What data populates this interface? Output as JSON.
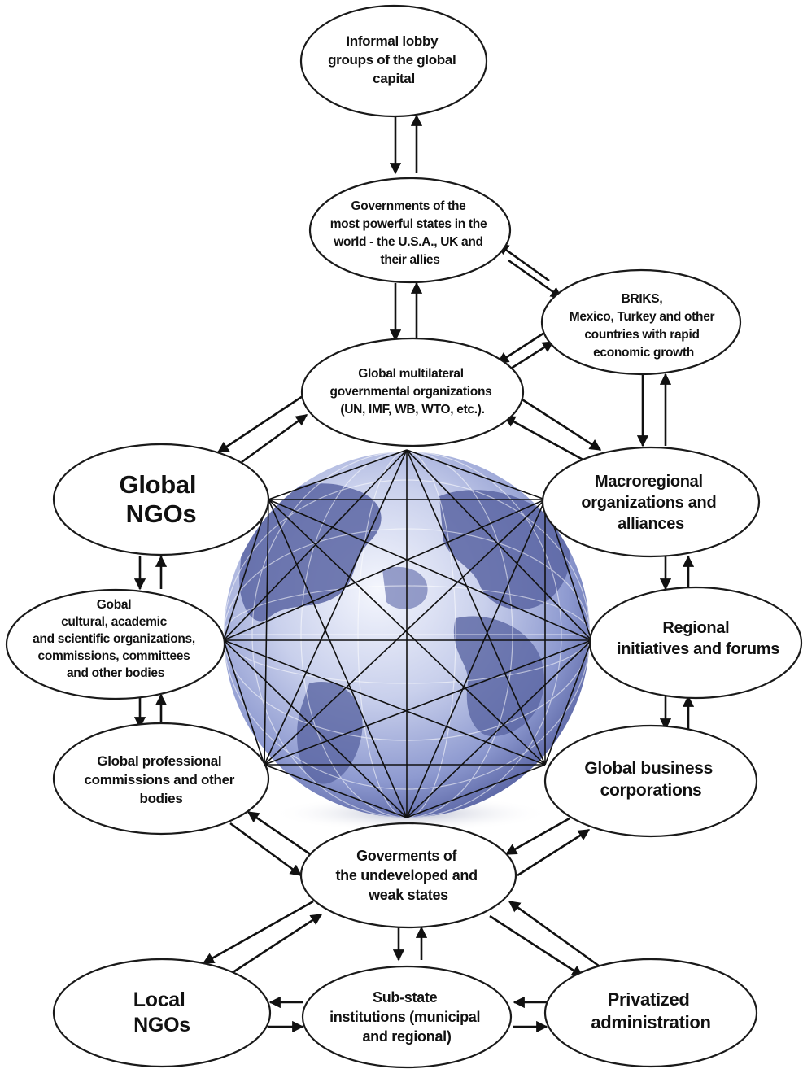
{
  "colors": {
    "ellipse_fill": "#ffffff",
    "ellipse_stroke": "#1a1a1a",
    "arrow": "#111111",
    "globe_light": "#eef2fb",
    "globe_mid": "#9ba7d6",
    "globe_dark": "#5f6aa8",
    "continent": "#4e5a9a"
  },
  "nodes": {
    "informal_lobby": {
      "lines": [
        "Informal lobby",
        "groups of the global",
        "capital"
      ]
    },
    "powerful_states": {
      "lines": [
        "Governments of the",
        "most powerful states in the",
        "world - the U.S.A., UK and",
        "their allies"
      ]
    },
    "briks": {
      "lines": [
        "BRIKS,",
        "Mexico, Turkey and other",
        "countries with rapid",
        "economic growth"
      ]
    },
    "global_multilateral": {
      "lines": [
        "Global multilateral",
        "governmental organizations",
        "(UN, IMF, WB, WTO, etc.)."
      ]
    },
    "global_ngos": {
      "lines": [
        "Global",
        "NGOs"
      ]
    },
    "macroregional": {
      "lines": [
        "Macroregional",
        "organizations and",
        "alliances"
      ]
    },
    "cultural": {
      "lines": [
        "Gobal",
        "cultural, academic",
        "and scientific organizations,",
        "commissions, committees",
        "and other bodies"
      ]
    },
    "regional_initiatives": {
      "lines": [
        "Regional",
        "initiatives and forums"
      ]
    },
    "professional": {
      "lines": [
        "Global professional",
        "commissions and other",
        "bodies"
      ]
    },
    "business": {
      "lines": [
        "Global business",
        "corporations"
      ]
    },
    "weak_states": {
      "lines": [
        "Goverments of",
        "the undeveloped and",
        "weak states"
      ]
    },
    "local_ngos": {
      "lines": [
        "Local",
        "NGOs"
      ]
    },
    "sub_state": {
      "lines": [
        "Sub-state",
        "institutions (municipal",
        "and regional)"
      ]
    },
    "privatized": {
      "lines": [
        "Privatized",
        "administration"
      ]
    }
  }
}
